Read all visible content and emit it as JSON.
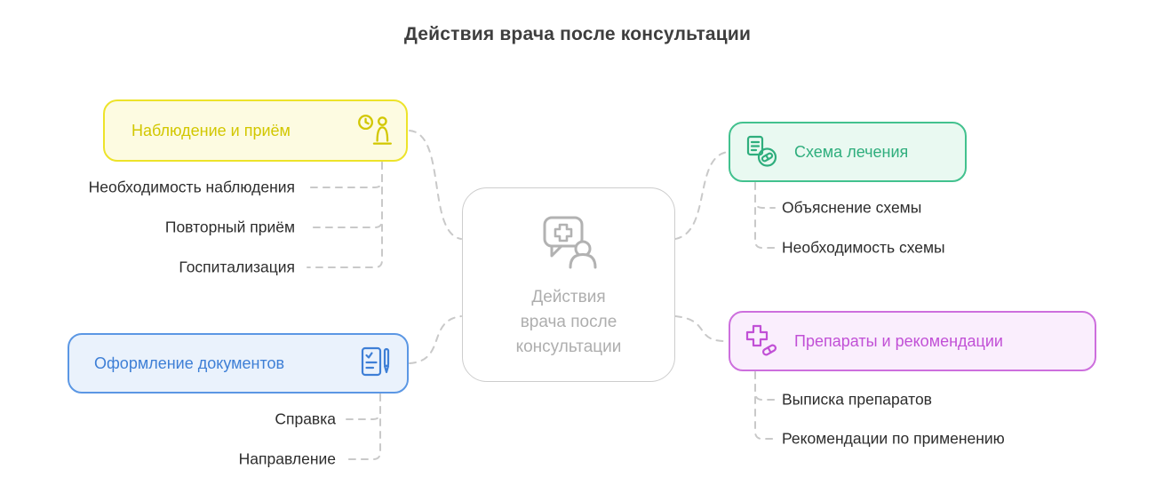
{
  "title": "Действия врача после консультации",
  "colors": {
    "line": "#c9c9c9",
    "title_text": "#3e3e3e",
    "child_text": "#2d2d2d",
    "center_border": "#cdcdcd",
    "center_text": "#aeaeae"
  },
  "center": {
    "icon": "chat-medical-person-icon",
    "lines": [
      "Действия",
      "врача после",
      "консультации"
    ]
  },
  "branches": {
    "observation": {
      "label": "Наблюдение и приём",
      "icon": "clock-person-icon",
      "accent": "#d2c700",
      "border": "#ede32a",
      "bg": "#fdfbe1",
      "children": [
        "Необходимость наблюдения",
        "Повторный приём",
        "Госпитализация"
      ]
    },
    "documents": {
      "label": "Оформление документов",
      "icon": "document-pen-icon",
      "accent": "#3e7fd6",
      "border": "#5b97e4",
      "bg": "#eaf2fc",
      "children": [
        "Справка",
        "Направление"
      ]
    },
    "treatment": {
      "label": "Схема лечения",
      "icon": "prescription-refresh-pill-icon",
      "accent": "#2fae7d",
      "border": "#42c18e",
      "bg": "#e9f9f1",
      "children": [
        "Объяснение схемы",
        "Необходимость схемы"
      ]
    },
    "medications": {
      "label": "Препараты и рекомендации",
      "icon": "medical-cross-pill-icon",
      "accent": "#c150d6",
      "border": "#cd6fdd",
      "bg": "#faeefd",
      "children": [
        "Выписка препаратов",
        "Рекомендации по применению"
      ]
    }
  }
}
